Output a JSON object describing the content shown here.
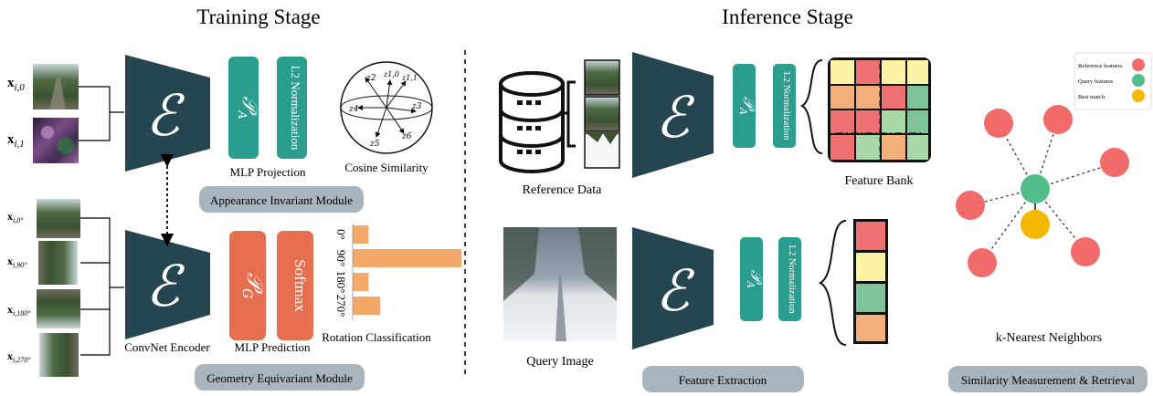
{
  "colors": {
    "encoder": "#254550",
    "teal": "#2a9d8f",
    "coral": "#e76f51",
    "pill": "#a9b4bd",
    "cell_red": "#ee7272",
    "cell_orange": "#f3b07a",
    "cell_yellow": "#fcf3a4",
    "cell_green": "#7fc39a",
    "cell_lightgreen": "#a8d8a8",
    "node_red": "#f26b6b",
    "node_green": "#52bf8a",
    "node_yellow": "#f5b800",
    "bar": "#f4a869"
  },
  "titles": {
    "training": "Training Stage",
    "inference": "Inference Stage"
  },
  "encoder_symbol": "ℰ",
  "training": {
    "inputs_top": [
      {
        "base": "x",
        "sub": "i,0"
      },
      {
        "base": "x",
        "sub": "i,1"
      }
    ],
    "inputs_bottom": [
      {
        "base": "x",
        "sub": "i,0°"
      },
      {
        "base": "x",
        "sub": "i,90°"
      },
      {
        "base": "x",
        "sub": "i,180°"
      },
      {
        "base": "x",
        "sub": "i,270°"
      }
    ],
    "proj_symbol": "𝒫",
    "proj_sub_a": "A",
    "proj_sub_g": "G",
    "l2_label": "L2 Normalization",
    "softmax_label": "Softmax",
    "mlp_projection": "MLP Projection",
    "mlp_prediction": "MLP Prediction",
    "cosine_label": "Cosine Similarity",
    "sphere_labels": [
      "z2",
      "z1,0",
      "z1,1",
      "z4",
      "z3",
      "z5",
      "z6"
    ],
    "encoder_label": "ConvNet Encoder",
    "appearance_module": "Appearance Invariant Module",
    "geometry_module": "Geometry Equivariant Module",
    "rotation_label": "Rotation Classification",
    "rotation_ticks": [
      "0°",
      "90°",
      "180°",
      "270°"
    ]
  },
  "inference": {
    "reference_label": "Reference Data",
    "query_label": "Query Image",
    "feature_bank_label": "Feature Bank",
    "feature_extraction": "Feature Extraction",
    "knn_label": "k-Nearest Neighbors",
    "similarity_module": "Similarity Measurement & Retrieval",
    "legend": [
      {
        "label": "Reference features",
        "color": "#f26b6b"
      },
      {
        "label": "Query features",
        "color": "#52bf8a"
      },
      {
        "label": "Best match",
        "color": "#f5b800"
      }
    ]
  },
  "chart_data": {
    "type": "bar",
    "title": "Rotation Classification",
    "categories": [
      "0°",
      "90°",
      "180°",
      "270°"
    ],
    "values": [
      0.08,
      0.55,
      0.08,
      0.14
    ]
  }
}
